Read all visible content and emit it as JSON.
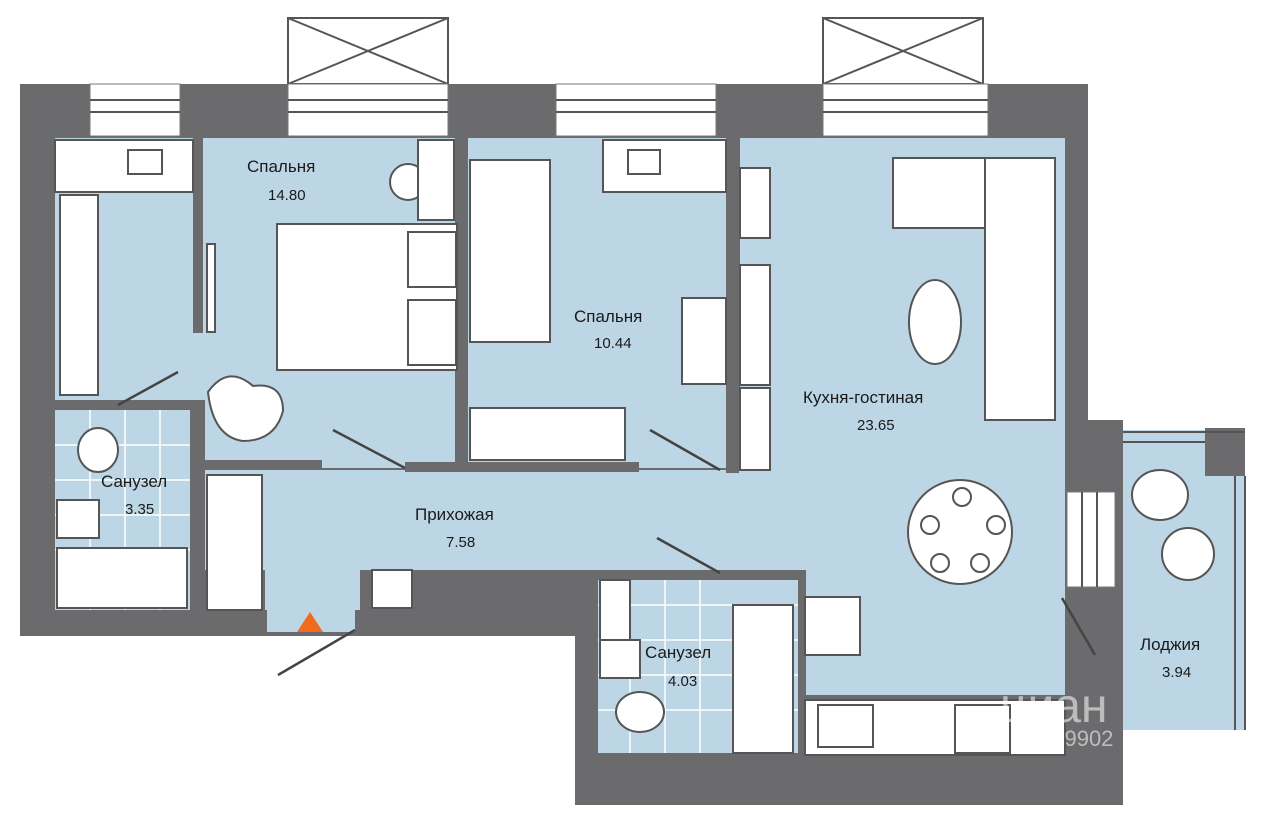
{
  "rooms": [
    {
      "id": "bedroom1",
      "name": "Спальня",
      "area": "14.80"
    },
    {
      "id": "bedroom2",
      "name": "Спальня",
      "area": "10.44"
    },
    {
      "id": "kitchen",
      "name": "Кухня-гостиная",
      "area": "23.65"
    },
    {
      "id": "bath1",
      "name": "Санузел",
      "area": "3.35"
    },
    {
      "id": "hall",
      "name": "Прихожая",
      "area": "7.58"
    },
    {
      "id": "bath2",
      "name": "Санузел",
      "area": "4.03"
    },
    {
      "id": "loggia",
      "name": "Лоджия",
      "area": "3.94"
    }
  ],
  "watermark": {
    "brand": "циан",
    "code": "839902"
  },
  "colors": {
    "wall": "#6b6b6d",
    "room": "#bdd6e6",
    "tile_grid": "#ffffff",
    "entrance": "#f26a1b"
  }
}
